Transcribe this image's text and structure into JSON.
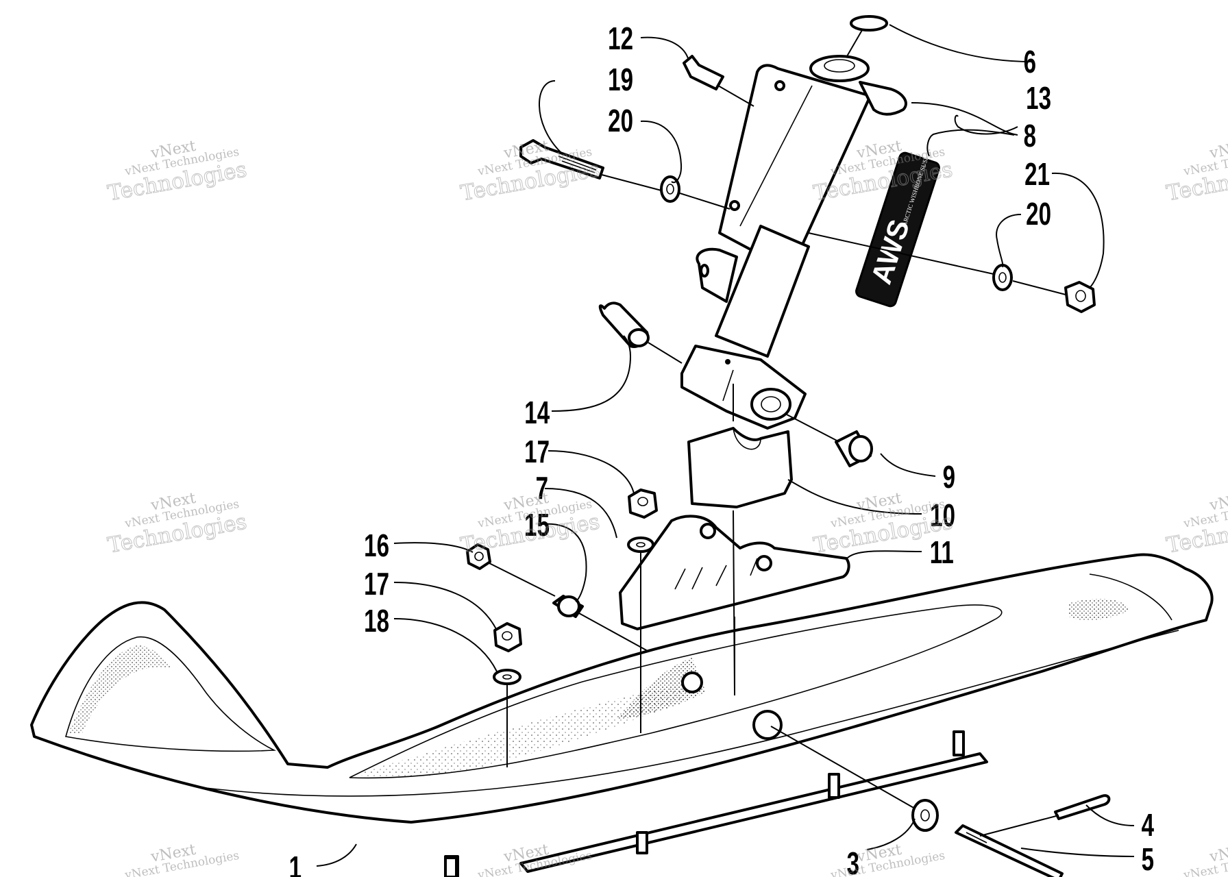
{
  "diagram": {
    "callouts": {
      "c1": "1",
      "c3": "3",
      "c4": "4",
      "c5": "5",
      "c6": "6",
      "c7": "7",
      "c8": "8",
      "c9": "9",
      "c10": "10",
      "c11": "11",
      "c12": "12",
      "c13": "13",
      "c14": "14",
      "c15": "15",
      "c16": "16",
      "c17a": "17",
      "c17b": "17",
      "c18": "18",
      "c19": "19",
      "c20a": "20",
      "c20b": "20",
      "c21": "21"
    },
    "decal": {
      "logo": "AWS",
      "subtitle": "ARCTIC WISHBONE SUSPENSION"
    },
    "watermark": {
      "brand": "vNext",
      "line": "vNext Technologies",
      "big": "Technologies"
    }
  }
}
